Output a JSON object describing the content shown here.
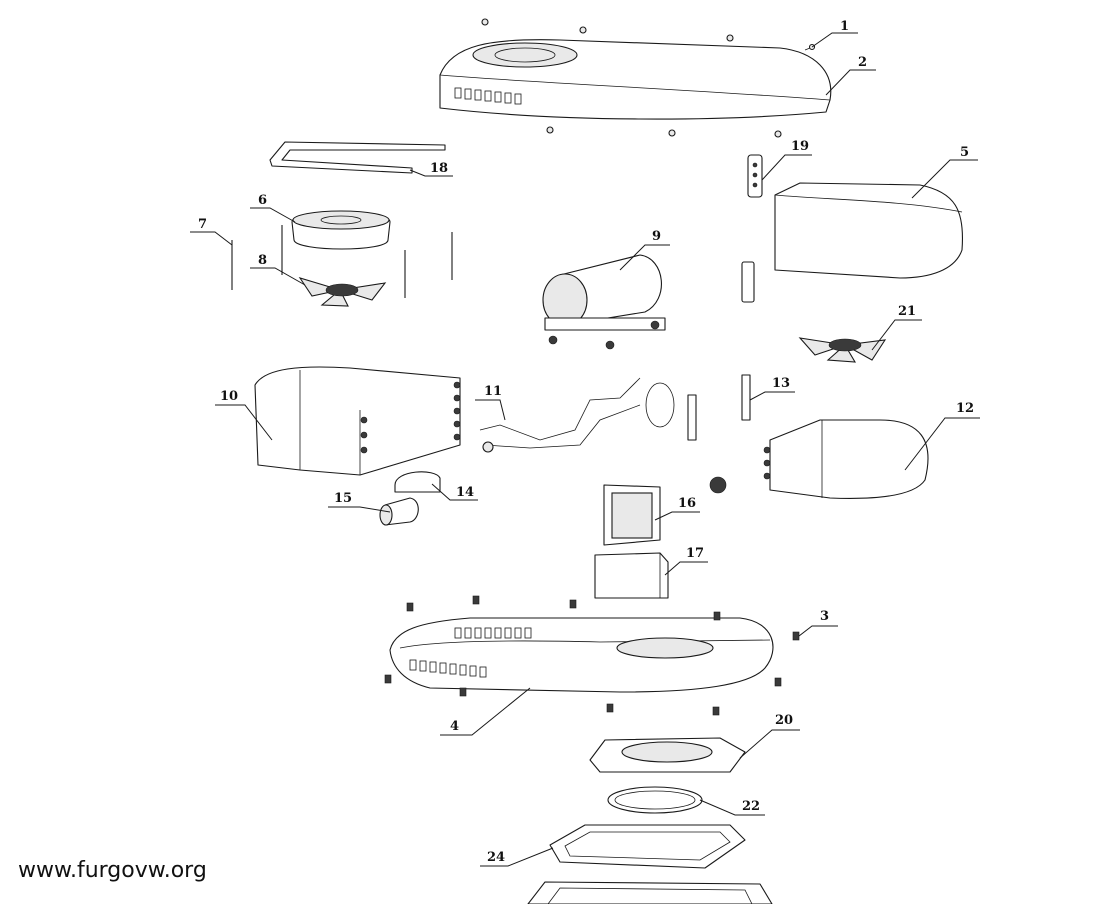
{
  "watermark": "www.furgovw.org",
  "callouts": [
    "1",
    "2",
    "3",
    "4",
    "5",
    "6",
    "7",
    "8",
    "9",
    "10",
    "11",
    "12",
    "13",
    "14",
    "15",
    "16",
    "17",
    "18",
    "19",
    "20",
    "21",
    "22",
    "24"
  ]
}
